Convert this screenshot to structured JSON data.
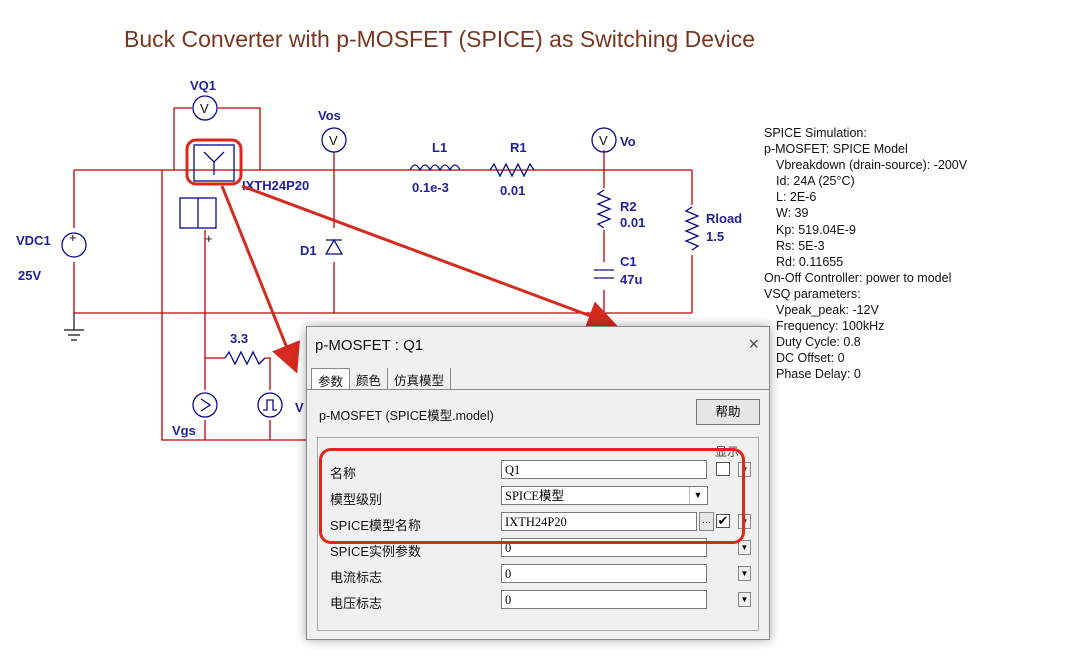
{
  "title": "Buck Converter with p-MOSFET (SPICE) as Switching Device",
  "schematic": {
    "vq1": "VQ1",
    "vos": "Vos",
    "vo": "Vo",
    "l1": "L1",
    "l1_val": "0.1e-3",
    "r1": "R1",
    "r1_val": "0.01",
    "q1_model": "IXTH24P20",
    "vdc1": "VDC1",
    "vdc1_val": "25V",
    "d1": "D1",
    "r2": "R2",
    "r2_val": "0.01",
    "c1": "C1",
    "c1_val": "47u",
    "rload": "Rload",
    "rload_val": "1.5",
    "rg_val": "3.3",
    "vgs": "Vgs",
    "vsq_partial": "V",
    "meter_symbol": "V",
    "plus": "+"
  },
  "spice_info": {
    "lines": [
      {
        "text": "SPICE Simulation:",
        "indent": 0
      },
      {
        "text": "p-MOSFET: SPICE Model",
        "indent": 0
      },
      {
        "text": "Vbreakdown (drain-source): -200V",
        "indent": 1
      },
      {
        "text": "Id: 24A (25°C)",
        "indent": 1
      },
      {
        "text": "L: 2E-6",
        "indent": 1
      },
      {
        "text": "W: 39",
        "indent": 1
      },
      {
        "text": "Kp: 519.04E-9",
        "indent": 1
      },
      {
        "text": "Rs: 5E-3",
        "indent": 1
      },
      {
        "text": "Rd: 0.11655",
        "indent": 1
      },
      {
        "text": "On-Off Controller: power to model",
        "indent": 0
      },
      {
        "text": "VSQ parameters:",
        "indent": 0
      },
      {
        "text": "Vpeak_peak: -12V",
        "indent": 1
      },
      {
        "text": "Frequency: 100kHz",
        "indent": 1
      },
      {
        "text": "Duty Cycle: 0.8",
        "indent": 1
      },
      {
        "text": "DC Offset: 0",
        "indent": 1
      },
      {
        "text": "Phase Delay: 0",
        "indent": 1
      }
    ]
  },
  "dialog": {
    "title": "p-MOSFET : Q1",
    "close": "×",
    "tabs": [
      "参数",
      "颜色",
      "仿真模型"
    ],
    "model_line": "p-MOSFET (SPICE模型.model)",
    "help_label": "帮助",
    "display_header": "显示",
    "rows": [
      {
        "name": "名称",
        "value": "Q1",
        "control": "text",
        "checked": ""
      },
      {
        "name": "模型级别",
        "value": "SPICE模型",
        "control": "dropdown"
      },
      {
        "name": "SPICE模型名称",
        "value": "IXTH24P20",
        "control": "browse",
        "checked": "✔"
      },
      {
        "name": "SPICE实例参数",
        "value": "0",
        "control": "text"
      },
      {
        "name": "电流标志",
        "value": "0",
        "control": "text"
      },
      {
        "name": "电压标志",
        "value": "0",
        "control": "text"
      }
    ],
    "dd_glyph": "▼"
  },
  "colors": {
    "wire": "#c00000",
    "component": "#0a0a8a",
    "highlight": "#e0251b",
    "title": "#7a3520"
  }
}
